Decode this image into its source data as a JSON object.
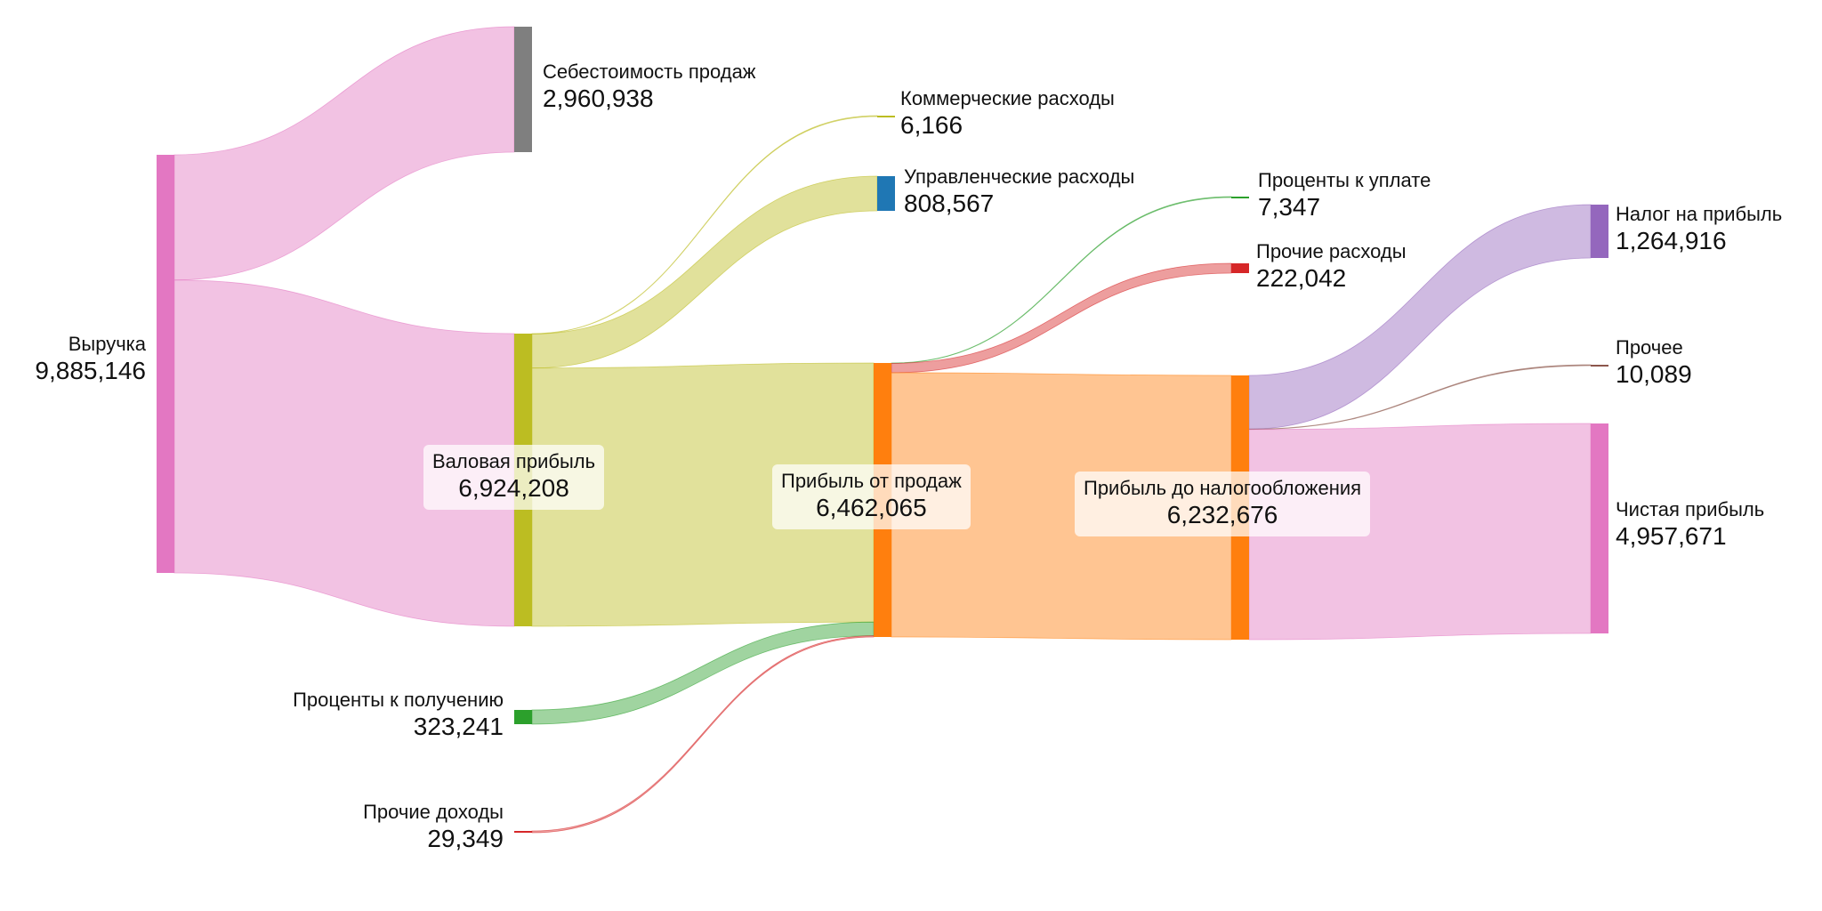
{
  "diagram": {
    "type": "sankey",
    "nodes": [
      {
        "id": "revenue",
        "label": "Выручка",
        "value": "9,885,146",
        "color": "#e377c2"
      },
      {
        "id": "cost_of_sales",
        "label": "Себестоимость продаж",
        "value": "2,960,938",
        "color": "#7f7f7f"
      },
      {
        "id": "gross_profit",
        "label": "Валовая прибыль",
        "value": "6,924,208",
        "color": "#bcbd22"
      },
      {
        "id": "interest_income",
        "label": "Проценты к получению",
        "value": "323,241",
        "color": "#2ca02c"
      },
      {
        "id": "other_income",
        "label": "Прочие доходы",
        "value": "29,349",
        "color": "#d62728"
      },
      {
        "id": "selling_expenses",
        "label": "Коммерческие расходы",
        "value": "6,166",
        "color": "#bcbd22"
      },
      {
        "id": "admin_expenses",
        "label": "Управленческие расходы",
        "value": "808,567",
        "color": "#1f77b4"
      },
      {
        "id": "operating_profit",
        "label": "Прибыль от продаж",
        "value": "6,462,065",
        "color": "#ff7f0e"
      },
      {
        "id": "interest_payable",
        "label": "Проценты к уплате",
        "value": "7,347",
        "color": "#2ca02c"
      },
      {
        "id": "other_expenses",
        "label": "Прочие расходы",
        "value": "222,042",
        "color": "#d62728"
      },
      {
        "id": "pretax_profit",
        "label": "Прибыль до налогообложения",
        "value": "6,232,676",
        "color": "#ff7f0e"
      },
      {
        "id": "income_tax",
        "label": "Налог на прибыль",
        "value": "1,264,916",
        "color": "#9467bd"
      },
      {
        "id": "other",
        "label": "Прочее",
        "value": "10,089",
        "color": "#8c564b"
      },
      {
        "id": "net_profit",
        "label": "Чистая прибыль",
        "value": "4,957,671",
        "color": "#e377c2"
      }
    ],
    "links": [
      {
        "source": "revenue",
        "target": "cost_of_sales",
        "value": 2960938,
        "color": "#e377c2"
      },
      {
        "source": "revenue",
        "target": "gross_profit",
        "value": 6924208,
        "color": "#e377c2"
      },
      {
        "source": "gross_profit",
        "target": "selling_expenses",
        "value": 6166,
        "color": "#bcbd22"
      },
      {
        "source": "gross_profit",
        "target": "admin_expenses",
        "value": 808567,
        "color": "#bcbd22"
      },
      {
        "source": "gross_profit",
        "target": "operating_profit",
        "value": 6109475,
        "color": "#bcbd22"
      },
      {
        "source": "interest_income",
        "target": "operating_profit",
        "value": 323241,
        "color": "#2ca02c"
      },
      {
        "source": "other_income",
        "target": "operating_profit",
        "value": 29349,
        "color": "#d62728"
      },
      {
        "source": "operating_profit",
        "target": "interest_payable",
        "value": 7347,
        "color": "#2ca02c"
      },
      {
        "source": "operating_profit",
        "target": "other_expenses",
        "value": 222042,
        "color": "#d62728"
      },
      {
        "source": "operating_profit",
        "target": "pretax_profit",
        "value": 6232676,
        "color": "#ff7f0e"
      },
      {
        "source": "pretax_profit",
        "target": "income_tax",
        "value": 1264916,
        "color": "#9467bd"
      },
      {
        "source": "pretax_profit",
        "target": "other",
        "value": 10089,
        "color": "#8c564b"
      },
      {
        "source": "pretax_profit",
        "target": "net_profit",
        "value": 4957671,
        "color": "#e377c2"
      }
    ]
  }
}
